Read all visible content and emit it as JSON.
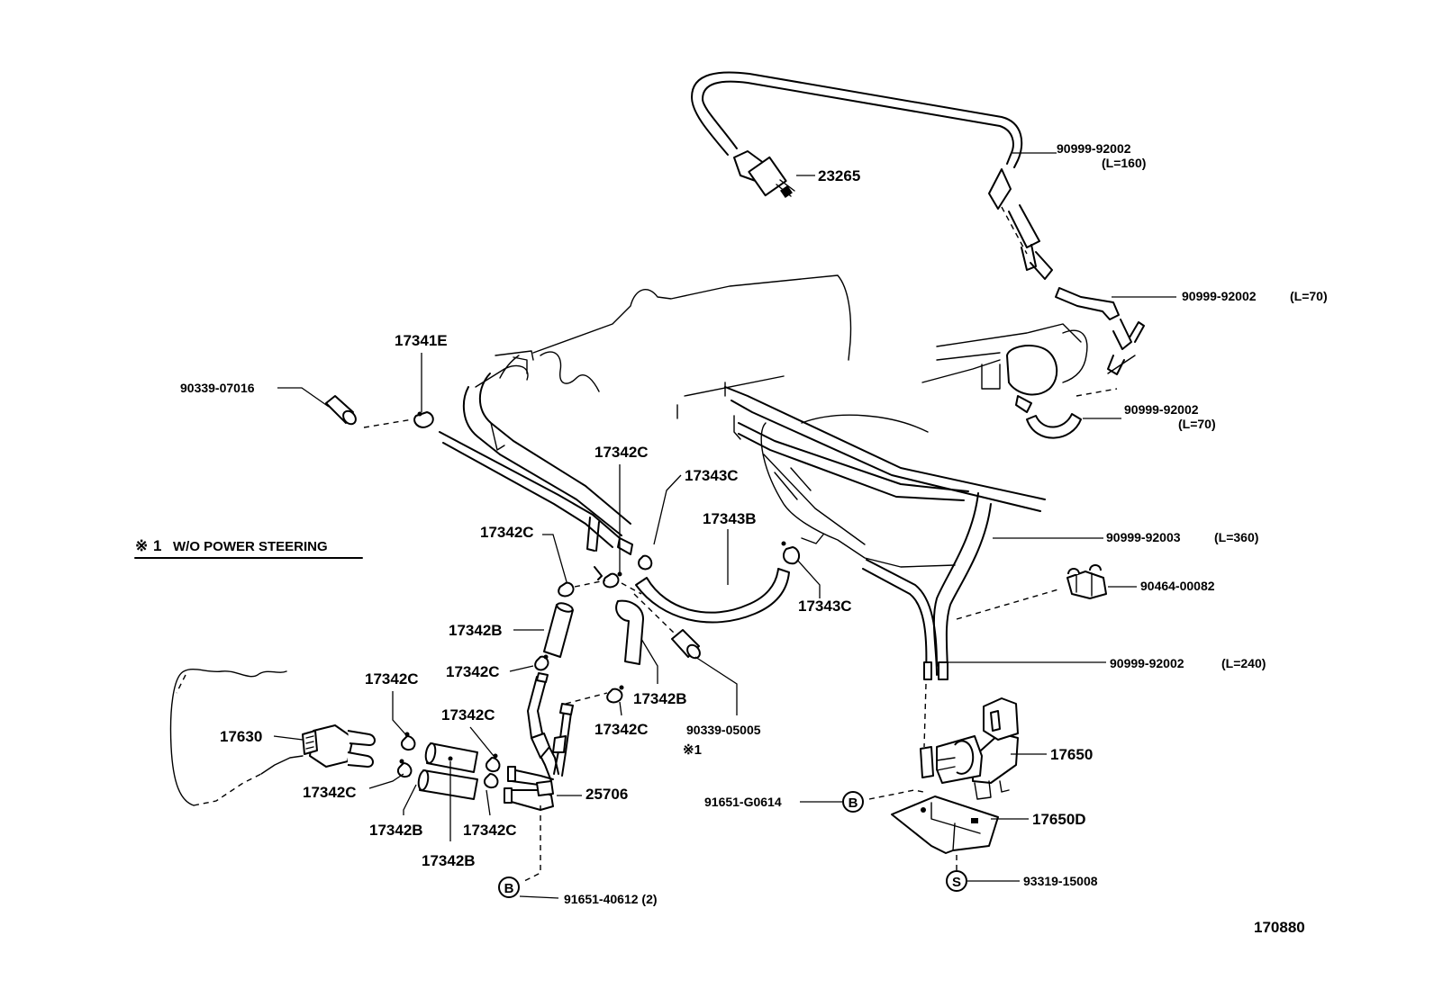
{
  "note": {
    "mark": "※",
    "number": "1",
    "text": "W/O POWER STEERING"
  },
  "labels": {
    "p23265": "23265",
    "h1": "90999-92002",
    "h1_len": "(L=160)",
    "h2": "90999-92002",
    "h2_len": "(L=70)",
    "h3": "90999-92002",
    "h3_len": "(L=70)",
    "h4": "90999-92003",
    "h4_len": "(L=360)",
    "clamp": "90464-00082",
    "h5": "90999-92002",
    "h5_len": "(L=240)",
    "p17341E": "17341E",
    "p90339_07016": "90339-07016",
    "p17342C_a": "17342C",
    "p17343C_a": "17343C",
    "p17343B": "17343B",
    "p17342C_b": "17342C",
    "p17343C_b": "17343C",
    "p17342B_a": "17342B",
    "p17342C_c": "17342C",
    "p17342B_b": "17342B",
    "p17342C_d": "17342C",
    "p90339_05005": "90339-05005",
    "p90339_05005_note": "※1",
    "p17342C_e": "17342C",
    "p17342C_f": "17342C",
    "p17630": "17630",
    "p17342C_g": "17342C",
    "p17342B_c": "17342B",
    "p17342C_h": "17342C",
    "p17342B_d": "17342B",
    "p25706": "25706",
    "p91651_40612": "91651-40612 (2)",
    "p17650": "17650",
    "p91651_G0614": "91651-G0614",
    "p17650D": "17650D",
    "p93319_15008": "93319-15008",
    "diagram_number": "170880"
  },
  "callouts": {
    "B1": "B",
    "B2": "B",
    "S": "S"
  },
  "icons": {
    "vsv": "vacuum-switching-valve-icon",
    "sensor": "vacuum-sensor-icon",
    "pipe": "vacuum-pipe-icon",
    "bracket": "bracket-icon"
  }
}
